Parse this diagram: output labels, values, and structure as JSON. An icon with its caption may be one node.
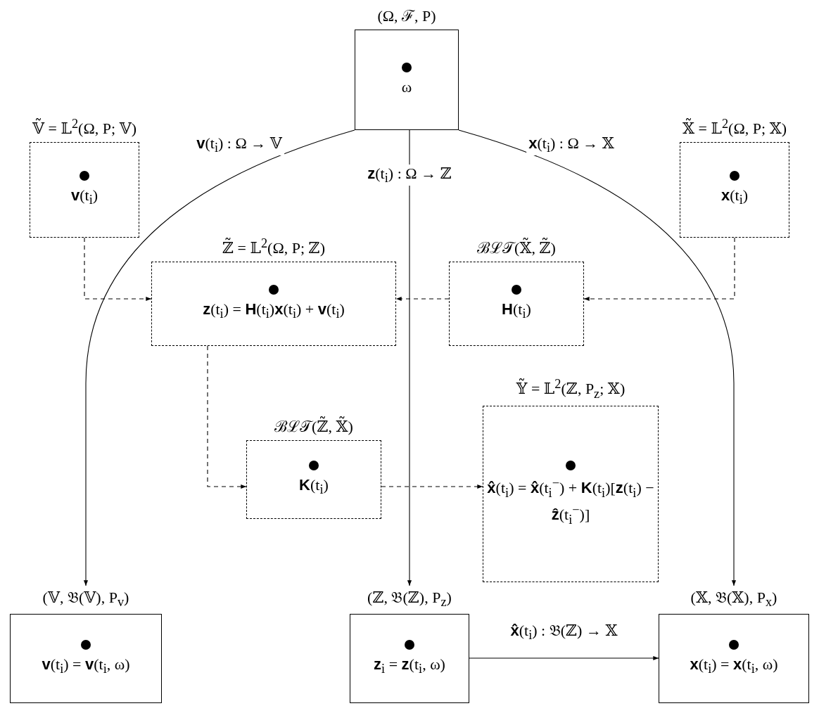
{
  "diagram": {
    "nodes": [
      {
        "text": [
          "(Ω, ℱ, P)",
          "ω"
        ]
      },
      {
        "text": [
          "𝕍̃ = 𝕃$^{2}$(Ω, P; 𝕍)",
          "**v**(t$_{i}$)"
        ]
      },
      {
        "text": [
          "𝕏̃ = 𝕃$^{2}$(Ω, P; 𝕏)",
          "**x**(t$_{i}$)"
        ]
      },
      {
        "text": [
          "ℤ̃ = 𝕃$^{2}$(Ω, P; ℤ)",
          "**z**(t$_{i}$) = **H**(t$_{i}$)**x**(t$_{i}$) + **v**(t$_{i}$)"
        ]
      },
      {
        "text": [
          "ℬℒ𝒯(𝕏̃, ℤ̃)",
          "**H**(t$_{i}$)"
        ]
      },
      {
        "text": [
          "ℬℒ𝒯(ℤ̃, 𝕏̃)",
          "**K**(t$_{i}$)"
        ]
      },
      {
        "text": [
          "𝕐̃ = 𝕃$^{2}$(ℤ, P$_{z}$; 𝕏)",
          "**x̂**(t$_{i}$) = **x̂**(t$_{i}$$^{−}$) + **K**(t$_{i}$)[**z**(t$_{i}$) − **ẑ**(t$_{i}$$^{−}$)]"
        ]
      },
      {
        "text": [
          "(𝕍, 𝔅(𝕍), P$_{v}$)",
          "**v**(t$_{i}$) = **v**(t$_{i}$, ω)"
        ]
      },
      {
        "text": [
          "(ℤ, 𝔅(ℤ), P$_{z}$)",
          "**z**$_{i}$ = **z**(t$_{i}$, ω)"
        ]
      },
      {
        "text": [
          "(𝕏, 𝔅(𝕏), P$_{x}$)",
          "**x**(t$_{i}$) = **x**(t$_{i}$, ω)"
        ]
      }
    ],
    "edges": [
      {
        "from": 0,
        "to": 7,
        "arrow": "to",
        "label": "**v**(t$_{i}$) : Ω → 𝕍"
      },
      {
        "from": 0,
        "to": 8,
        "arrow": "to",
        "label": "**z**(t$_{i}$) : Ω → ℤ"
      },
      {
        "from": 0,
        "to": 9,
        "arrow": "to",
        "label": "**x**(t$_{i}$) : Ω → 𝕏"
      },
      {
        "from": 1,
        "to": 3,
        "arrow": "to",
        "style": "dashed"
      },
      {
        "from": 2,
        "to": 4,
        "arrow": "to",
        "style": "dashed"
      },
      {
        "from": 4,
        "to": 3,
        "arrow": "to",
        "style": "dashed"
      },
      {
        "from": 3,
        "to": 5,
        "arrow": "to",
        "style": "dashed"
      },
      {
        "from": 5,
        "to": 6,
        "arrow": "to",
        "style": "dashed"
      },
      {
        "from": 8,
        "to": 9,
        "arrow": "to",
        "label": "**x̂**(t$_{i}$) : 𝔅(ℤ) → 𝕏"
      }
    ]
  }
}
